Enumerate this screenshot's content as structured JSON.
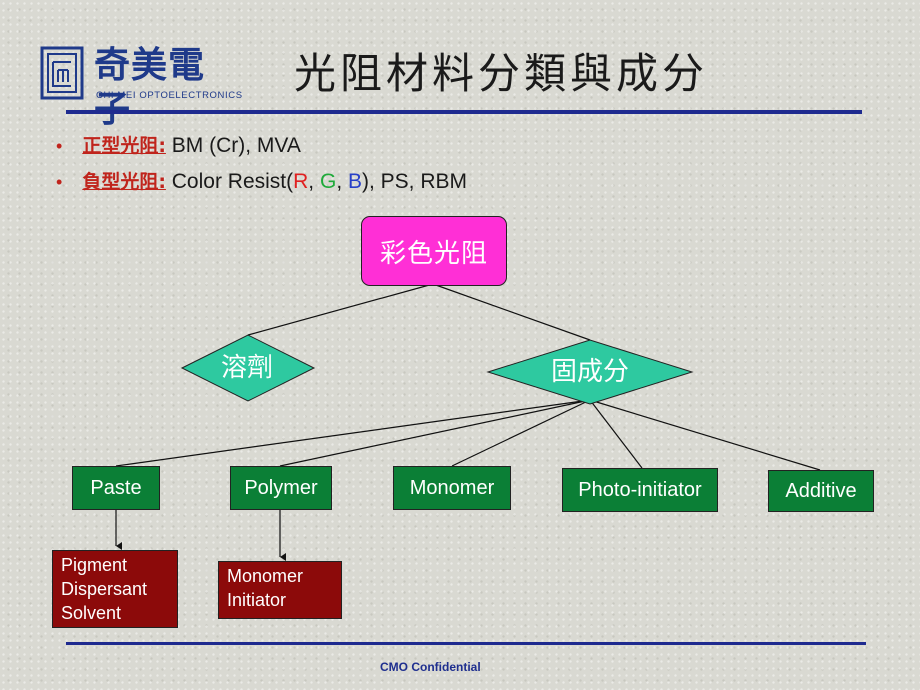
{
  "logo": {
    "chinese": "奇美電子",
    "english": "CHI MEI OPTOELECTRONICS"
  },
  "title": "光阻材料分類與成分",
  "bullets": [
    {
      "label": "正型光阻:",
      "text": " BM (Cr), MVA"
    },
    {
      "label": "負型光阻:",
      "prefix": " Color Resist(",
      "r": "R",
      "g": "G",
      "b": "B",
      "suffix": "), PS,  RBM",
      "sep1": ", ",
      "sep2": ", "
    }
  ],
  "diagram": {
    "root": "彩色光阻",
    "solvent": "溶劑",
    "solid": "固成分",
    "components": [
      "Paste",
      "Polymer",
      "Monomer",
      "Photo-initiator",
      "Additive"
    ],
    "paste_details": [
      "Pigment",
      "Dispersant",
      "Solvent"
    ],
    "polymer_details": [
      "Monomer",
      "Initiator"
    ]
  },
  "footer": "CMO Confidential",
  "colors": {
    "root_fill": "#ff2fd6",
    "diamond_fill": "#2ec9a0",
    "component_fill": "#0b7f36",
    "detail_fill": "#8c0a0a",
    "rule": "#1e2a8f",
    "bullet_label": "#c0241c"
  }
}
